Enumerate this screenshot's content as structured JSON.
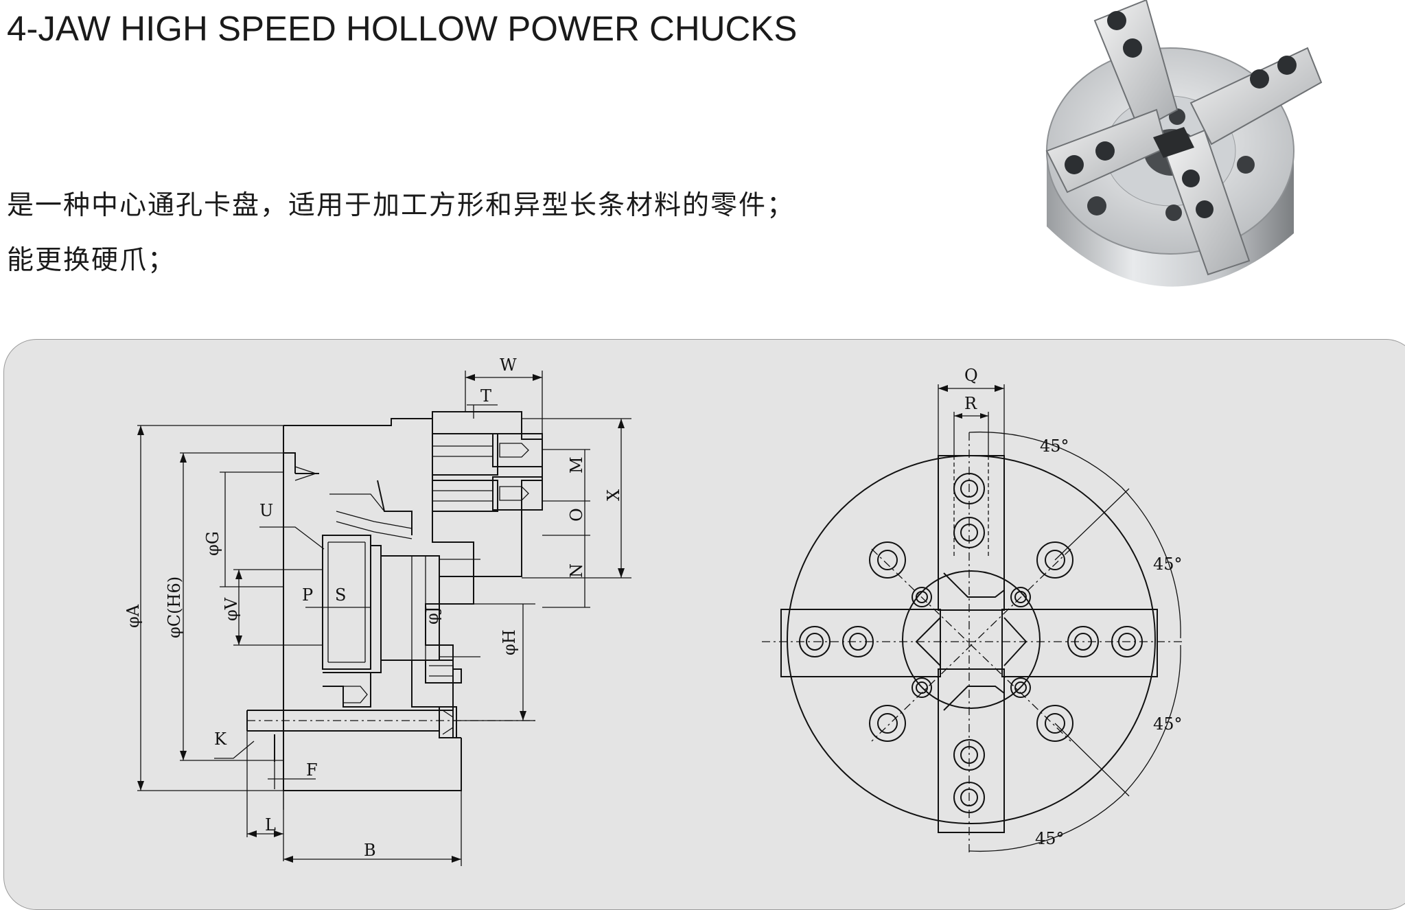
{
  "title": "4-JAW HIGH SPEED HOLLOW POWER CHUCKS",
  "description": {
    "line1": "是一种中心通孔卡盘，适用于加工方形和异型长条材料的零件；",
    "line2": "能更换硬爪；"
  },
  "product_photo": {
    "alt": "4-jaw hollow power chuck product photo"
  },
  "side_view_labels": {
    "W": "W",
    "T": "T",
    "M": "M",
    "O": "O",
    "N": "N",
    "X": "X",
    "U": "U",
    "G": "φG",
    "V": "φV",
    "P": "P",
    "S": "S",
    "J": "φJ",
    "A": "φA",
    "C": "φC(H6)",
    "H": "φH",
    "K": "K",
    "F": "F",
    "L": "L",
    "B": "B"
  },
  "front_view_labels": {
    "Q": "Q",
    "R": "R",
    "angle_1": "45°",
    "angle_2": "45°",
    "angle_3": "45°",
    "angle_4": "45°"
  }
}
